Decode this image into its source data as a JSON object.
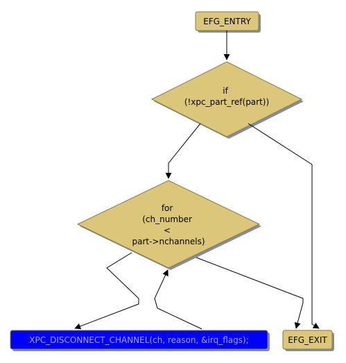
{
  "colors": {
    "node_fill": "#dbc67a",
    "node_stroke": "#8a7a3a",
    "shadow": "#7f8ea6",
    "call_fill": "#0000ff",
    "call_text": "#aaaaaa",
    "edge": "#000000",
    "background": "#ffffff"
  },
  "nodes": {
    "entry": {
      "label": "EFG_ENTRY"
    },
    "if_cond": {
      "lines": [
        "if",
        "(!xpc_part_ref(part))"
      ]
    },
    "for_loop": {
      "lines": [
        "for",
        "(ch_number",
        "<",
        "part->nchannels)"
      ]
    },
    "call": {
      "label": "XPC_DISCONNECT_CHANNEL(ch, reason, &irq_flags);"
    },
    "exit": {
      "label": "EFG_EXIT"
    }
  }
}
